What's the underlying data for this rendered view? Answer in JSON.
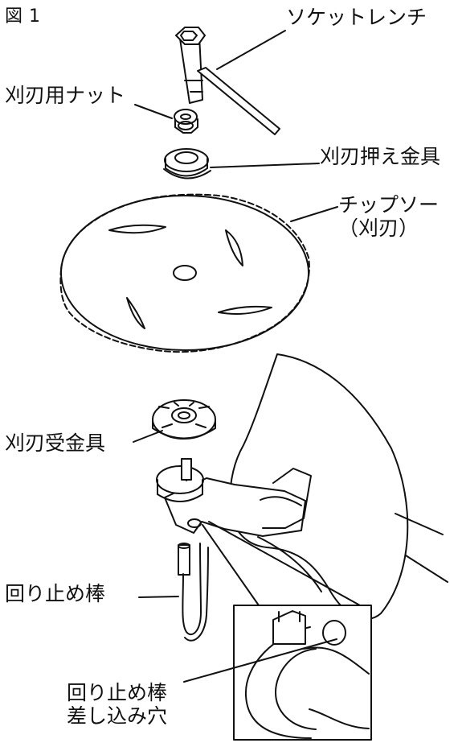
{
  "figure": {
    "label": "図 1"
  },
  "labels": {
    "socket_wrench": "ソケットレンチ",
    "blade_nut": "刈刃用ナット",
    "blade_holder": "刈刃押え金具",
    "chip_saw_line1": "チップソー",
    "chip_saw_line2": "（刈刃）",
    "blade_receiver": "刈刃受金具",
    "lock_rod": "回り止め棒",
    "lock_hole_line1": "回り止め棒",
    "lock_hole_line2": "差し込み穴"
  },
  "style": {
    "stroke": "#111111",
    "fill": "#ffffff"
  }
}
